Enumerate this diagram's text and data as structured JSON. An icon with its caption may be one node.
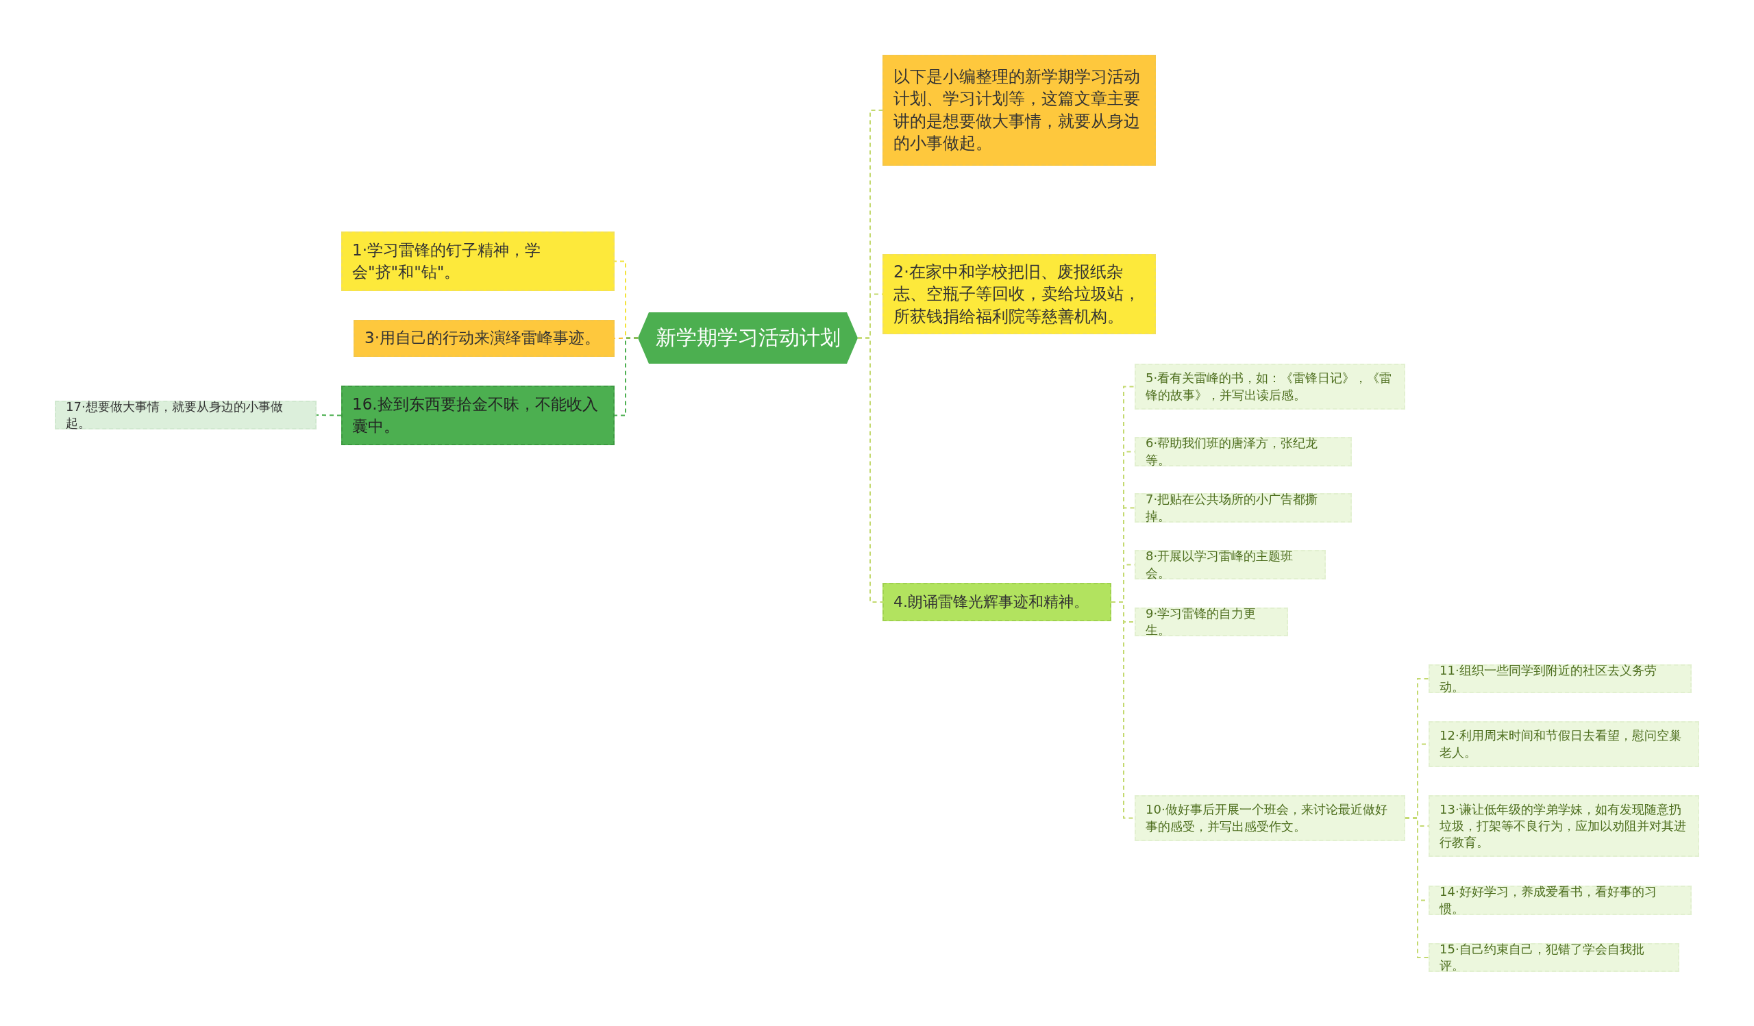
{
  "diagram": {
    "nodes": [
      {
        "text": [
          "新学期学习活动计划"
        ]
      },
      {
        "text": [
          "以下是小编整理的新学期学习活动计划、学习计划等，这篇文章主要讲的是想要做大事情，就要从身边的小事做起。"
        ]
      },
      {
        "text": [
          "2·在家中和学校把旧、废报纸杂志、空瓶子等回收，卖给垃圾站，所获钱捐给福利院等慈善机构。"
        ]
      },
      {
        "text": [
          "4.朗诵雷锋光辉事迹和精神。"
        ]
      },
      {
        "text": [
          "5·看有关雷峰的书，如：《雷锋日记》，《雷锋的故事》，并写出读后感。"
        ]
      },
      {
        "text": [
          "6·帮助我们班的唐泽方，张纪龙等。"
        ]
      },
      {
        "text": [
          "7·把贴在公共场所的小广告都撕掉。"
        ]
      },
      {
        "text": [
          "8·开展以学习雷峰的主题班会。"
        ]
      },
      {
        "text": [
          "9·学习雷锋的自力更生。"
        ]
      },
      {
        "text": [
          "10·做好事后开展一个班会，来讨论最近做好事的感受，并写出感受作文。"
        ]
      },
      {
        "text": [
          "11·组织一些同学到附近的社区去义务劳动。"
        ]
      },
      {
        "text": [
          "12·利用周末时间和节假日去看望，慰问空巢老人。"
        ]
      },
      {
        "text": [
          "13·谦让低年级的学弟学妹，如有发现随意扔垃圾，打架等不良行为，应加以劝阻并对其进行教育。"
        ]
      },
      {
        "text": [
          "14·好好学习，养成爱看书，看好事的习惯。"
        ]
      },
      {
        "text": [
          "15·自己约束自己，犯错了学会自我批评。"
        ]
      },
      {
        "text": [
          "1·学习雷锋的钉子精神，学会\"挤\"和\"钻\"。"
        ]
      },
      {
        "text": [
          "3·用自己的行动来演绎雷峰事迹。"
        ]
      },
      {
        "text": [
          "16.捡到东西要拾金不昧，不能收入囊中。"
        ]
      },
      {
        "text": [
          "17·想要做大事情，就要从身边的小事做起。"
        ]
      }
    ],
    "edges": [
      {
        "from": 0,
        "to": 1,
        "arrow": "none",
        "style": "dashed"
      },
      {
        "from": 0,
        "to": 2,
        "arrow": "none",
        "style": "dashed"
      },
      {
        "from": 0,
        "to": 3,
        "arrow": "none",
        "style": "dashed"
      },
      {
        "from": 3,
        "to": 4,
        "arrow": "none",
        "style": "dashed"
      },
      {
        "from": 3,
        "to": 5,
        "arrow": "none",
        "style": "dashed"
      },
      {
        "from": 3,
        "to": 6,
        "arrow": "none",
        "style": "dashed"
      },
      {
        "from": 3,
        "to": 7,
        "arrow": "none",
        "style": "dashed"
      },
      {
        "from": 3,
        "to": 8,
        "arrow": "none",
        "style": "dashed"
      },
      {
        "from": 3,
        "to": 9,
        "arrow": "none",
        "style": "dashed"
      },
      {
        "from": 9,
        "to": 10,
        "arrow": "none",
        "style": "dashed"
      },
      {
        "from": 9,
        "to": 11,
        "arrow": "none",
        "style": "dashed"
      },
      {
        "from": 9,
        "to": 12,
        "arrow": "none",
        "style": "dashed"
      },
      {
        "from": 9,
        "to": 13,
        "arrow": "none",
        "style": "dashed"
      },
      {
        "from": 9,
        "to": 14,
        "arrow": "none",
        "style": "dashed"
      },
      {
        "from": 0,
        "to": 15,
        "arrow": "none",
        "style": "dashed",
        "color": "#f2e33a"
      },
      {
        "from": 0,
        "to": 16,
        "arrow": "none",
        "style": "dashed",
        "color": "#f7b928"
      },
      {
        "from": 0,
        "to": 17,
        "arrow": "none",
        "style": "dashed",
        "color": "#4caf50"
      },
      {
        "from": 17,
        "to": 18,
        "arrow": "none",
        "style": "dashed",
        "color": "#4caf50"
      }
    ]
  }
}
